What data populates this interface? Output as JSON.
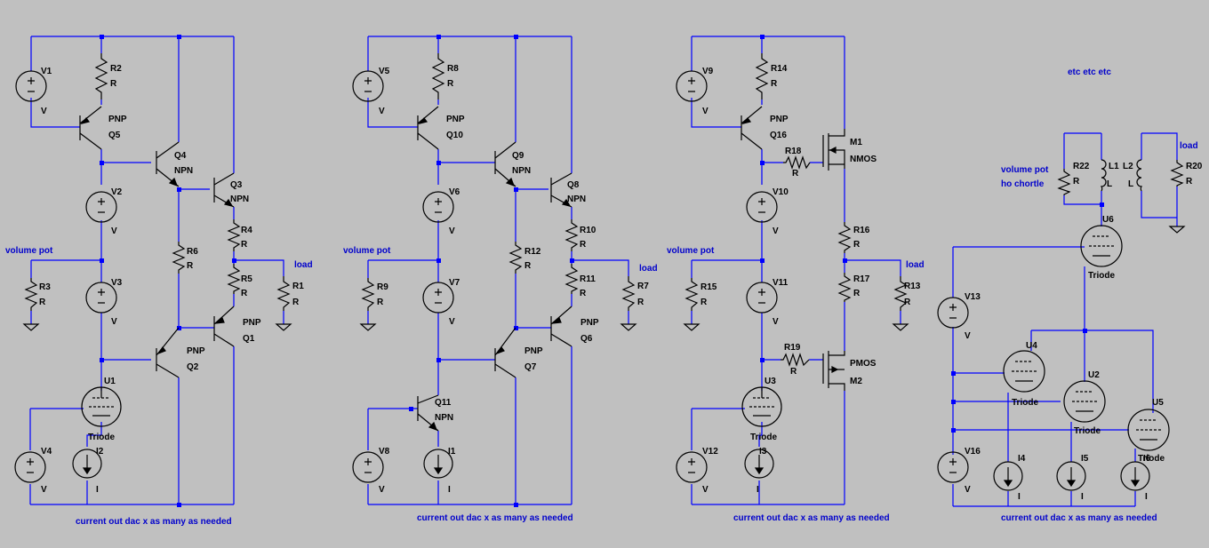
{
  "schematic": {
    "annotation": "etc etc etc",
    "net_labels": {
      "volume_pot": "volume pot",
      "load": "load",
      "ho_chortle": "ho chortle",
      "footer": "current out dac x as many as needed"
    },
    "circuit1": {
      "V1": "V1",
      "V2": "V2",
      "V3": "V3",
      "V4": "V4",
      "R2": "R2",
      "R6": "R6",
      "R4": "R4",
      "R5": "R5",
      "R3": "R3",
      "R1": "R1",
      "Q5": "Q5",
      "Q4": "Q4",
      "Q3": "Q3",
      "Q2": "Q2",
      "Q1": "Q1",
      "U1": "U1",
      "I2": "I2"
    },
    "circuit2": {
      "V5": "V5",
      "V6": "V6",
      "V7": "V7",
      "V8": "V8",
      "R8": "R8",
      "R12": "R12",
      "R10": "R10",
      "R11": "R11",
      "R9": "R9",
      "R7": "R7",
      "Q10": "Q10",
      "Q9": "Q9",
      "Q8": "Q8",
      "Q7": "Q7",
      "Q6": "Q6",
      "Q11": "Q11",
      "I1": "I1"
    },
    "circuit3": {
      "V9": "V9",
      "V10": "V10",
      "V11": "V11",
      "V12": "V12",
      "R14": "R14",
      "R18": "R18",
      "R16": "R16",
      "R17": "R17",
      "R19": "R19",
      "R15": "R15",
      "R13": "R13",
      "Q16": "Q16",
      "M1": "M1",
      "M2": "M2",
      "U3": "U3",
      "I3": "I3"
    },
    "circuit4": {
      "R22": "R22",
      "R20": "R20",
      "L1": "L1",
      "L2": "L2",
      "U6": "U6",
      "U4": "U4",
      "U2": "U2",
      "U5": "U5",
      "V13": "V13",
      "V16": "V16",
      "I4": "I4",
      "I5": "I5",
      "I6": "I6"
    },
    "values": {
      "V": "V",
      "R": "R",
      "I": "I",
      "L": "L",
      "PNP": "PNP",
      "NPN": "NPN",
      "NMOS": "NMOS",
      "PMOS": "PMOS",
      "Triode": "Triode"
    }
  }
}
